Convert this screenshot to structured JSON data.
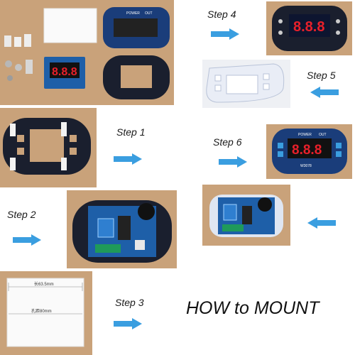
{
  "steps": [
    {
      "label": "Step  1"
    },
    {
      "label": "Step  2"
    },
    {
      "label": "Step  3"
    },
    {
      "label": "Step  4"
    },
    {
      "label": "Step  5"
    },
    {
      "label": "Step  6"
    }
  ],
  "title": "HOW to MOUNT",
  "panel_text": {
    "power": "POWER",
    "out": "OUT",
    "model": "W3078",
    "dim_top": "长63.5mm",
    "dim_mid": "孔距80mm"
  },
  "colors": {
    "arrow": "#3a9ee0",
    "cardboard": "#c9a27a",
    "board_blue": "#1e5fa8",
    "led_red": "#e8202a",
    "acrylic_black": "#1a1f2e",
    "frame_white": "#e9edf6"
  }
}
